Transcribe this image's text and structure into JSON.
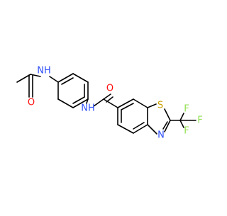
{
  "molecule": {
    "atom_labels": {
      "nh_acetamide": "NH",
      "o_acetyl": "O",
      "nh_amide": "NH",
      "o_amide": "O",
      "s_ring": "S",
      "n_ring": "N",
      "f_top": "F",
      "f_right": "F",
      "f_bottom": "F"
    },
    "colors": {
      "bond": "#000000",
      "nitrogen": "#3050f8",
      "oxygen": "#ff0d0d",
      "sulfur": "#c8a000",
      "fluorine": "#90e050"
    }
  }
}
